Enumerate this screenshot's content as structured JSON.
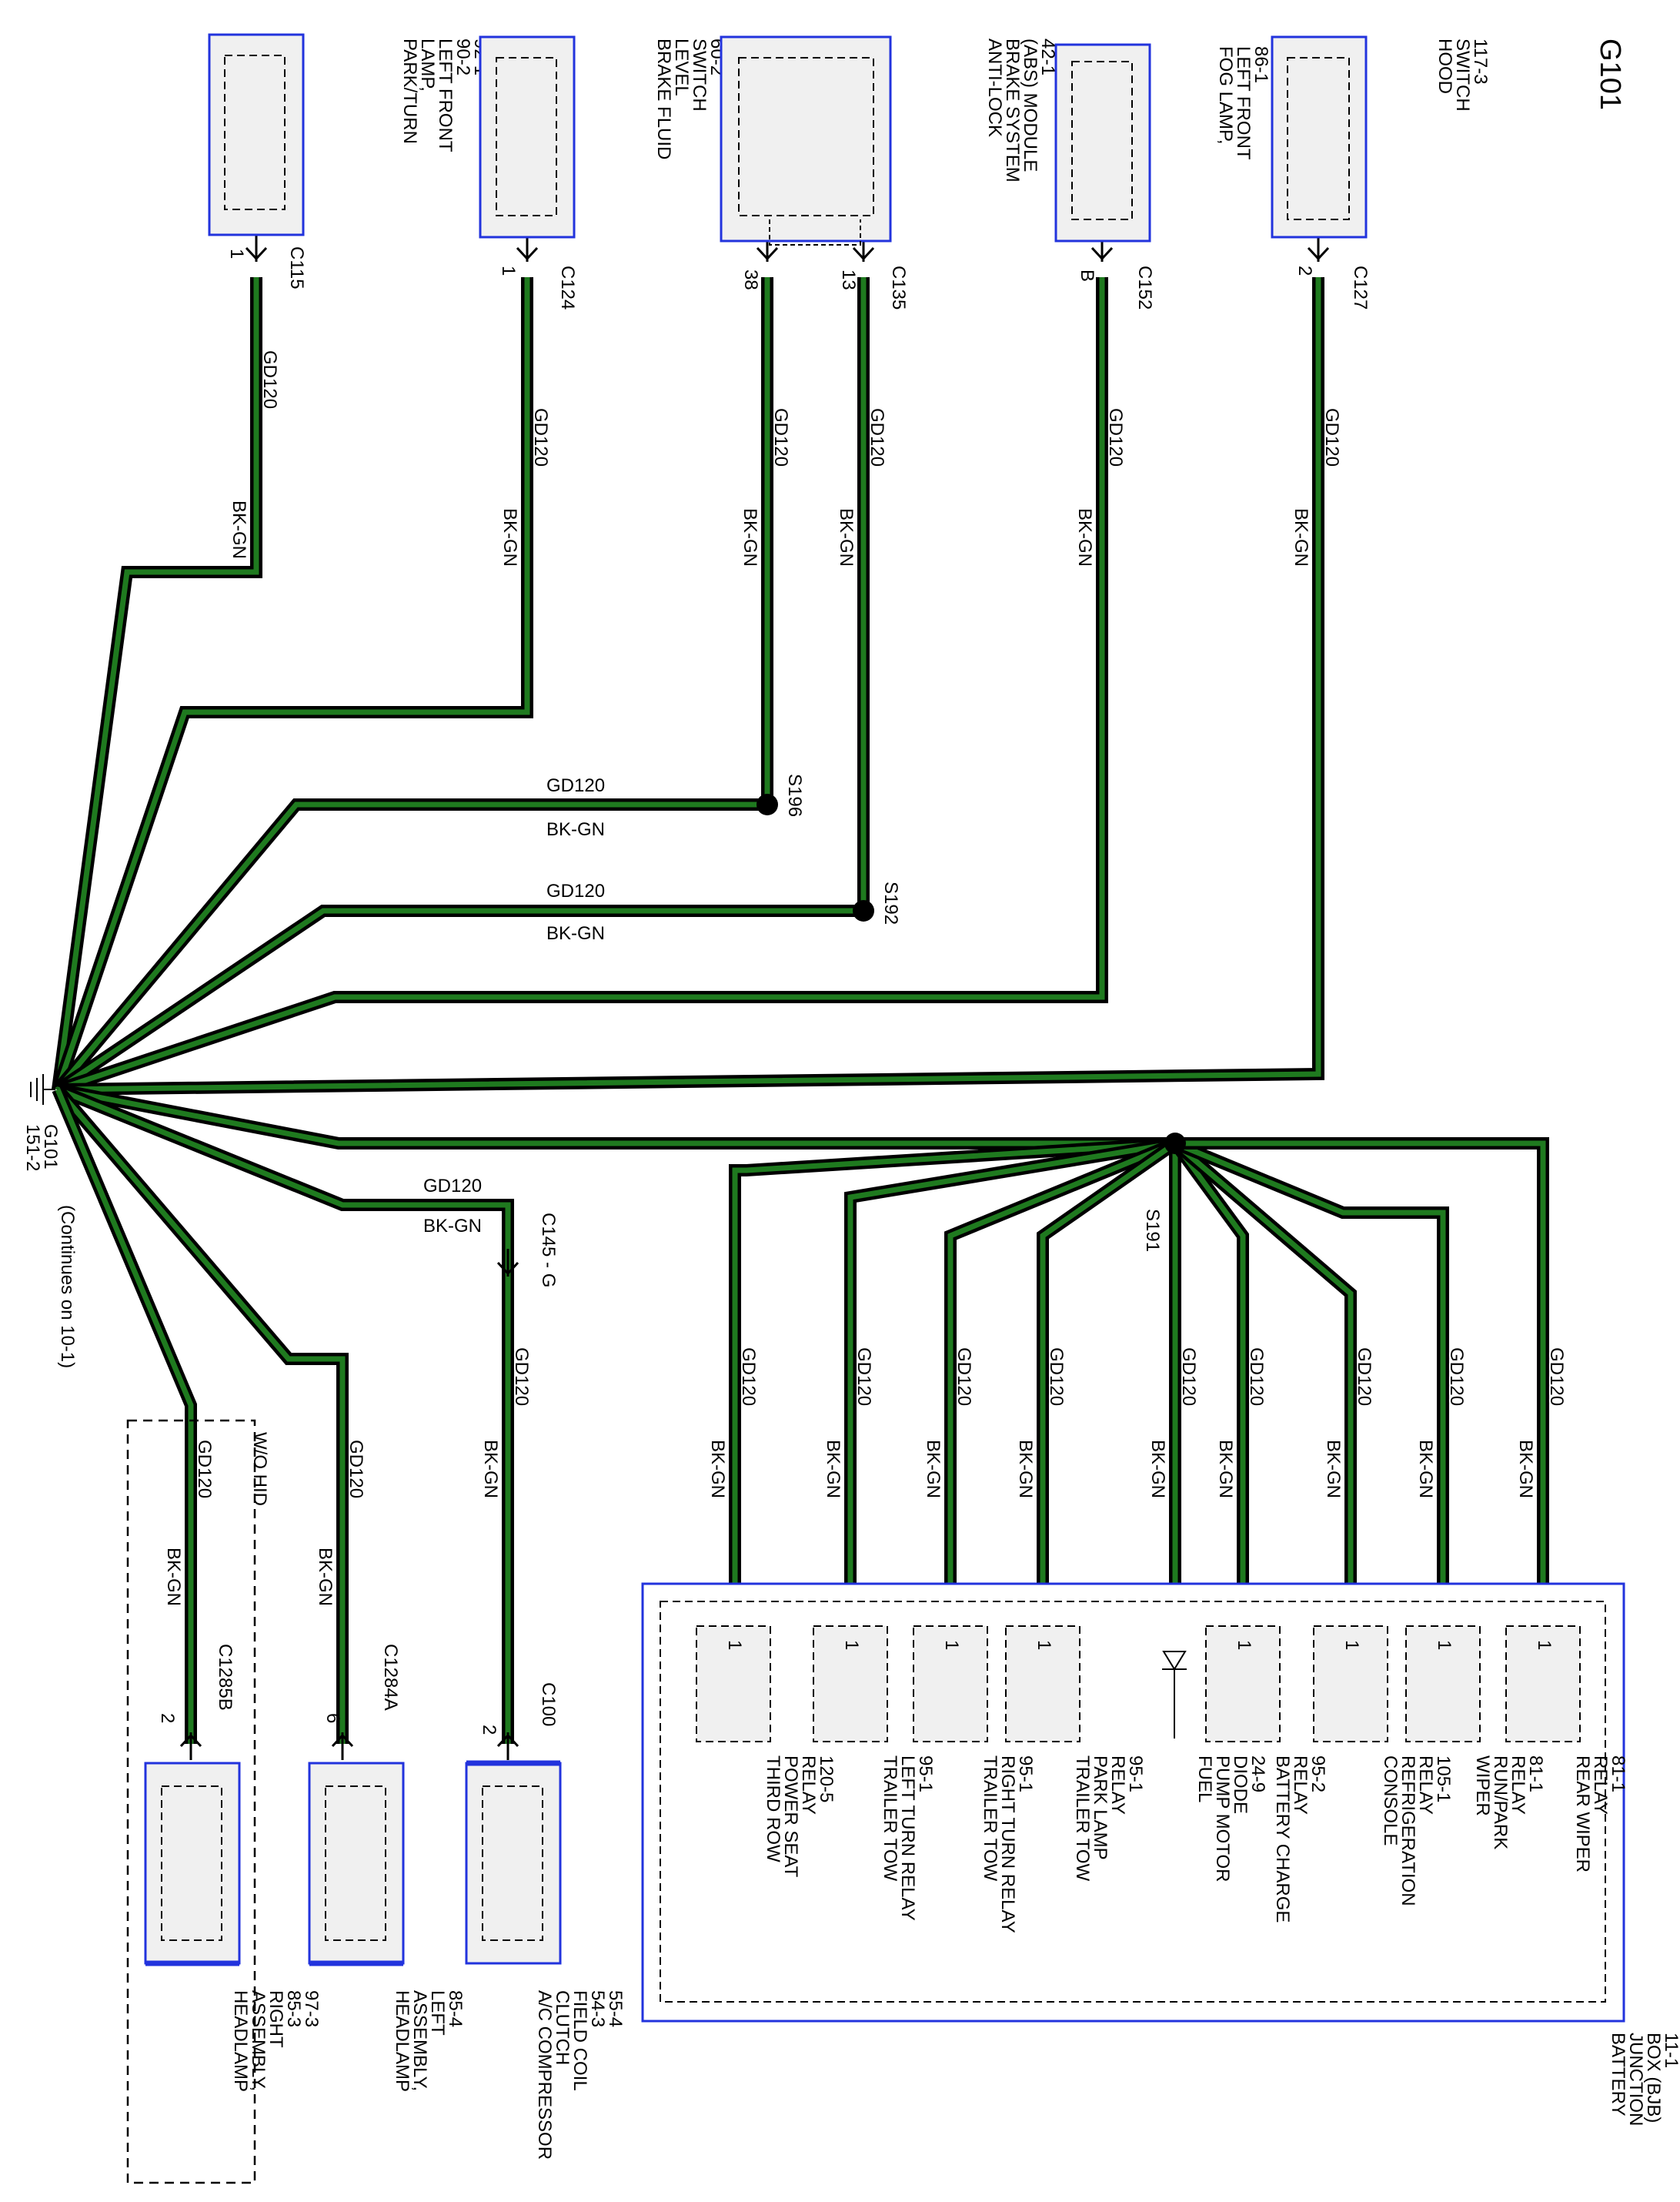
{
  "page_title": "G101",
  "ground": {
    "name": "G101",
    "ref": "151-2",
    "note": "(Continues on 10-1)"
  },
  "wire": {
    "circuit": "GD120",
    "color": "BK-GN",
    "colors": {
      "outline": "#000000",
      "core": "#1f7a1f",
      "component_border": "#2233dd"
    }
  },
  "top_components": [
    {
      "lines": [
        "PARK/TURN",
        "LAMP,",
        "LEFT FRONT",
        "90-2",
        "92-1"
      ],
      "connector": "C115",
      "pin": "1"
    },
    {
      "lines": [
        "BRAKE FLUID",
        "LEVEL",
        "SWITCH",
        "60-2"
      ],
      "connector": "C124",
      "pin": "1"
    },
    {
      "lines": [
        "ANTI-LOCK",
        "BRAKE SYSTEM",
        "(ABS) MODULE",
        "42-1"
      ],
      "connector": "C135",
      "pins": [
        "38",
        "13"
      ]
    },
    {
      "lines": [
        "FOG LAMP,",
        "LEFT FRONT",
        "86-1"
      ],
      "connector": "C152",
      "pin": "B"
    },
    {
      "lines": [
        "HOOD",
        "SWITCH",
        "117-3"
      ],
      "connector": "C127",
      "pin": "2"
    }
  ],
  "splices": {
    "s196": "S196",
    "s192": "S192",
    "s191": "S191"
  },
  "bottom_components": [
    {
      "lines": [
        "A/C COMPRESSOR",
        "CLUTCH",
        "FIELD COIL",
        "54-3",
        "55-4"
      ],
      "connector": "C100",
      "pin": "2",
      "inline": "C145 - G"
    },
    {
      "lines": [
        "HEADLAMP",
        "ASSEMBLY,",
        "LEFT",
        "85-4"
      ],
      "connector": "C1284A",
      "pin": "6"
    },
    {
      "lines": [
        "HEADLAMP",
        "ASSEMBLY,",
        "RIGHT",
        "85-3",
        "97-3"
      ],
      "connector": "C1285B",
      "pin": "2",
      "option": "W/O HID"
    }
  ],
  "bjb": {
    "lines": [
      "BATTERY",
      "JUNCTION",
      "BOX (BJB)",
      "11-1"
    ],
    "relays": [
      {
        "lines": [
          "THIRD ROW",
          "POWER SEAT",
          "RELAY",
          "120-5"
        ],
        "pin": "1"
      },
      {
        "lines": [
          "TRAILER TOW",
          "LEFT TURN RELAY",
          "95-1"
        ],
        "pin": "1"
      },
      {
        "lines": [
          "TRAILER TOW",
          "RIGHT TURN RELAY",
          "95-1"
        ],
        "pin": "1"
      },
      {
        "lines": [
          "TRAILER TOW",
          "PARK LAMP",
          "RELAY",
          "95-1"
        ],
        "pin": "1"
      },
      {
        "lines": [
          "FUEL",
          "PUMP MOTOR",
          "DIODE",
          "24-9"
        ],
        "pin": ""
      },
      {
        "lines": [
          "BATTERY CHARGE",
          "RELAY",
          "95-2"
        ],
        "pin": "1"
      },
      {
        "lines": [
          "CONSOLE",
          "REFRIGERATION",
          "RELAY",
          "105-1"
        ],
        "pin": "1"
      },
      {
        "lines": [
          "WIPER",
          "RUN/PARK",
          "RELAY",
          "81-1"
        ],
        "pin": "1"
      },
      {
        "lines": [
          "REAR WIPER",
          "RELAY",
          "81-1"
        ],
        "pin": "1"
      }
    ]
  }
}
